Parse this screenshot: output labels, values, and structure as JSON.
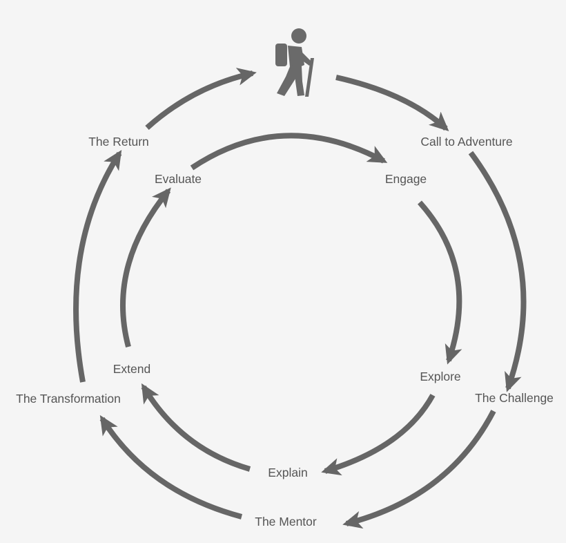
{
  "colors": {
    "background": "#f5f5f5",
    "arrow": "#666666",
    "text": "#555555",
    "icon": "#6a6a6a"
  },
  "icon": "hiker-icon",
  "outer_cycle": {
    "stages": [
      "Call to Adventure",
      "The Challenge",
      "The Mentor",
      "The Transformation",
      "The Return"
    ]
  },
  "inner_cycle": {
    "stages": [
      "Engage",
      "Explore",
      "Explain",
      "Extend",
      "Evaluate"
    ]
  }
}
